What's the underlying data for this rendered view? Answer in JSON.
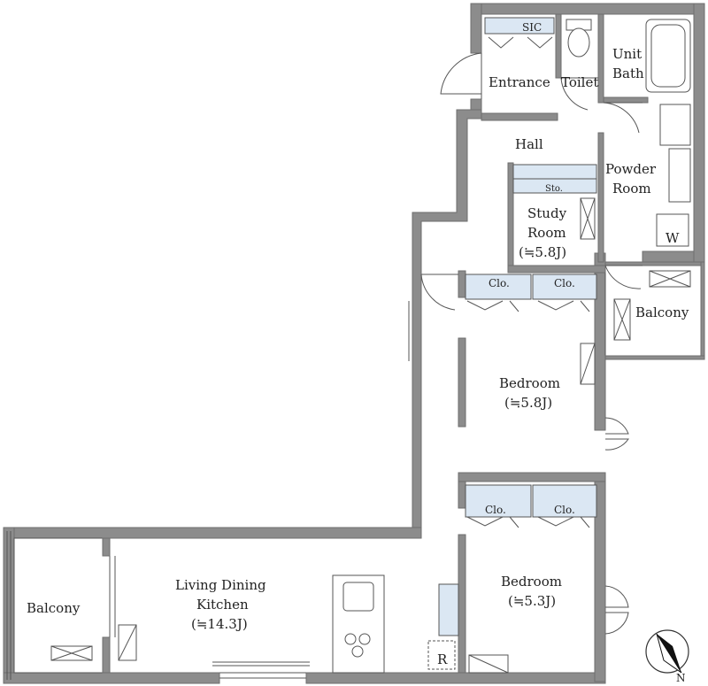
{
  "rooms": {
    "sic": "SIC",
    "entrance": "Entrance",
    "toilet": "Toilet",
    "unit_bath_line1": "Unit",
    "unit_bath_line2": "Bath",
    "hall": "Hall",
    "powder_line1": "Powder",
    "powder_line2": "Room",
    "sto": "Sto.",
    "study_line1": "Study",
    "study_line2": "Room",
    "study_area": "(≒5.8J)",
    "clo_1": "Clo.",
    "clo_2": "Clo.",
    "clo_3": "Clo.",
    "clo_4": "Clo.",
    "balcony_right": "Balcony",
    "bedroom1": "Bedroom",
    "bedroom1_area": "(≒5.8J)",
    "bedroom2": "Bedroom",
    "bedroom2_area": "(≒5.3J)",
    "ldk_line1": "Living Dining",
    "ldk_line2": "Kitchen",
    "ldk_area": "(≒14.3J)",
    "balcony_left": "Balcony",
    "washer": "W",
    "fridge": "R"
  },
  "compass": {
    "north": "N"
  },
  "colors": {
    "wall": "#8c8c8c",
    "closet": "#dbe7f3",
    "text": "#222222"
  }
}
